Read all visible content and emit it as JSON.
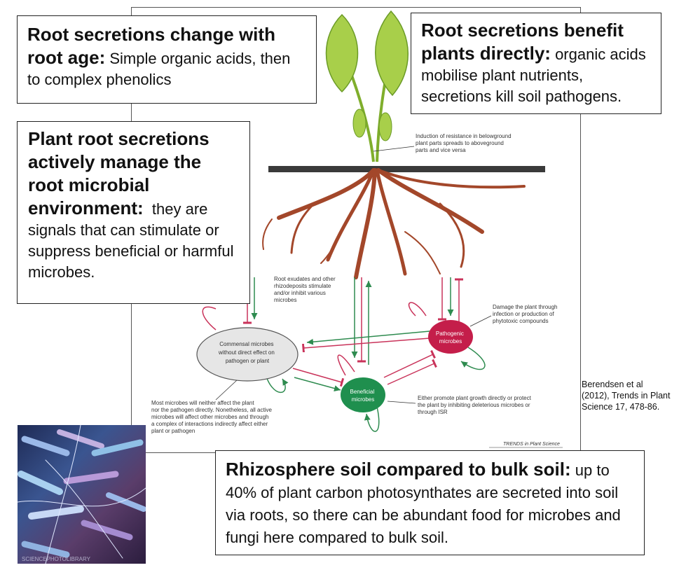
{
  "callouts": {
    "root_age": {
      "heading": "Root secretions change with root age:",
      "body": "Simple organic acids, then to complex phenolics"
    },
    "benefit_direct": {
      "heading": "Root secretions benefit plants directly:",
      "body": "organic acids mobilise plant nutrients, secretions kill soil pathogens."
    },
    "manage": {
      "heading": "Plant root secretions actively manage the root microbial environment:",
      "body": "they are signals that can stimulate or suppress beneficial or harmful microbes."
    },
    "rhizosphere": {
      "heading": "Rhizosphere soil compared to bulk soil:",
      "body": "up to 40% of plant carbon photosynthates are secreted into soil via roots, so there can be abundant food for microbes and fungi here compared to bulk soil."
    }
  },
  "citation": "Berendsen et al (2012), Trends in Plant Science 17, 478-86.",
  "diagram": {
    "resistance_note": [
      "Induction of resistance in belowground",
      "plant parts spreads to aboveground",
      "parts and vice versa"
    ],
    "exudates_note": [
      "Root exudates and other",
      "rhizodeposits stimulate",
      "and/or inhibit various",
      "microbes"
    ],
    "damage_note": [
      "Damage the plant through",
      "infection or production of",
      "phytotoxic compounds"
    ],
    "commensal_label": [
      "Commensal microbes",
      "without direct effect on",
      "pathogen or plant"
    ],
    "pathogenic_label": [
      "Pathogenic",
      "microbes"
    ],
    "beneficial_label": [
      "Beneficial",
      "microbes"
    ],
    "promote_note": [
      "Either promote plant growth directly or protect",
      "the plant by inhibiting deleterious microbes or",
      "through ISR"
    ],
    "most_note": [
      "Most microbes will neither affect the plant",
      "nor the pathogen directly. Nonetheless, all active",
      "microbes will affect other microbes and through",
      "a complex of interactions indirectly affect either",
      "plant or pathogen"
    ],
    "journal": "TRENDS in Plant Science",
    "colors": {
      "root": "#a3472a",
      "leaf": "#9cc23c",
      "pathogen": "#c41e4a",
      "beneficial": "#1f8f4e",
      "commensal": "#e6e6e6",
      "green_arrow": "#2e8b4f",
      "red_arrow": "#c9335a"
    }
  },
  "photo": {
    "watermark": "SCIENCEPHOTOLIBRARY",
    "icon": "microbe-micrograph"
  }
}
